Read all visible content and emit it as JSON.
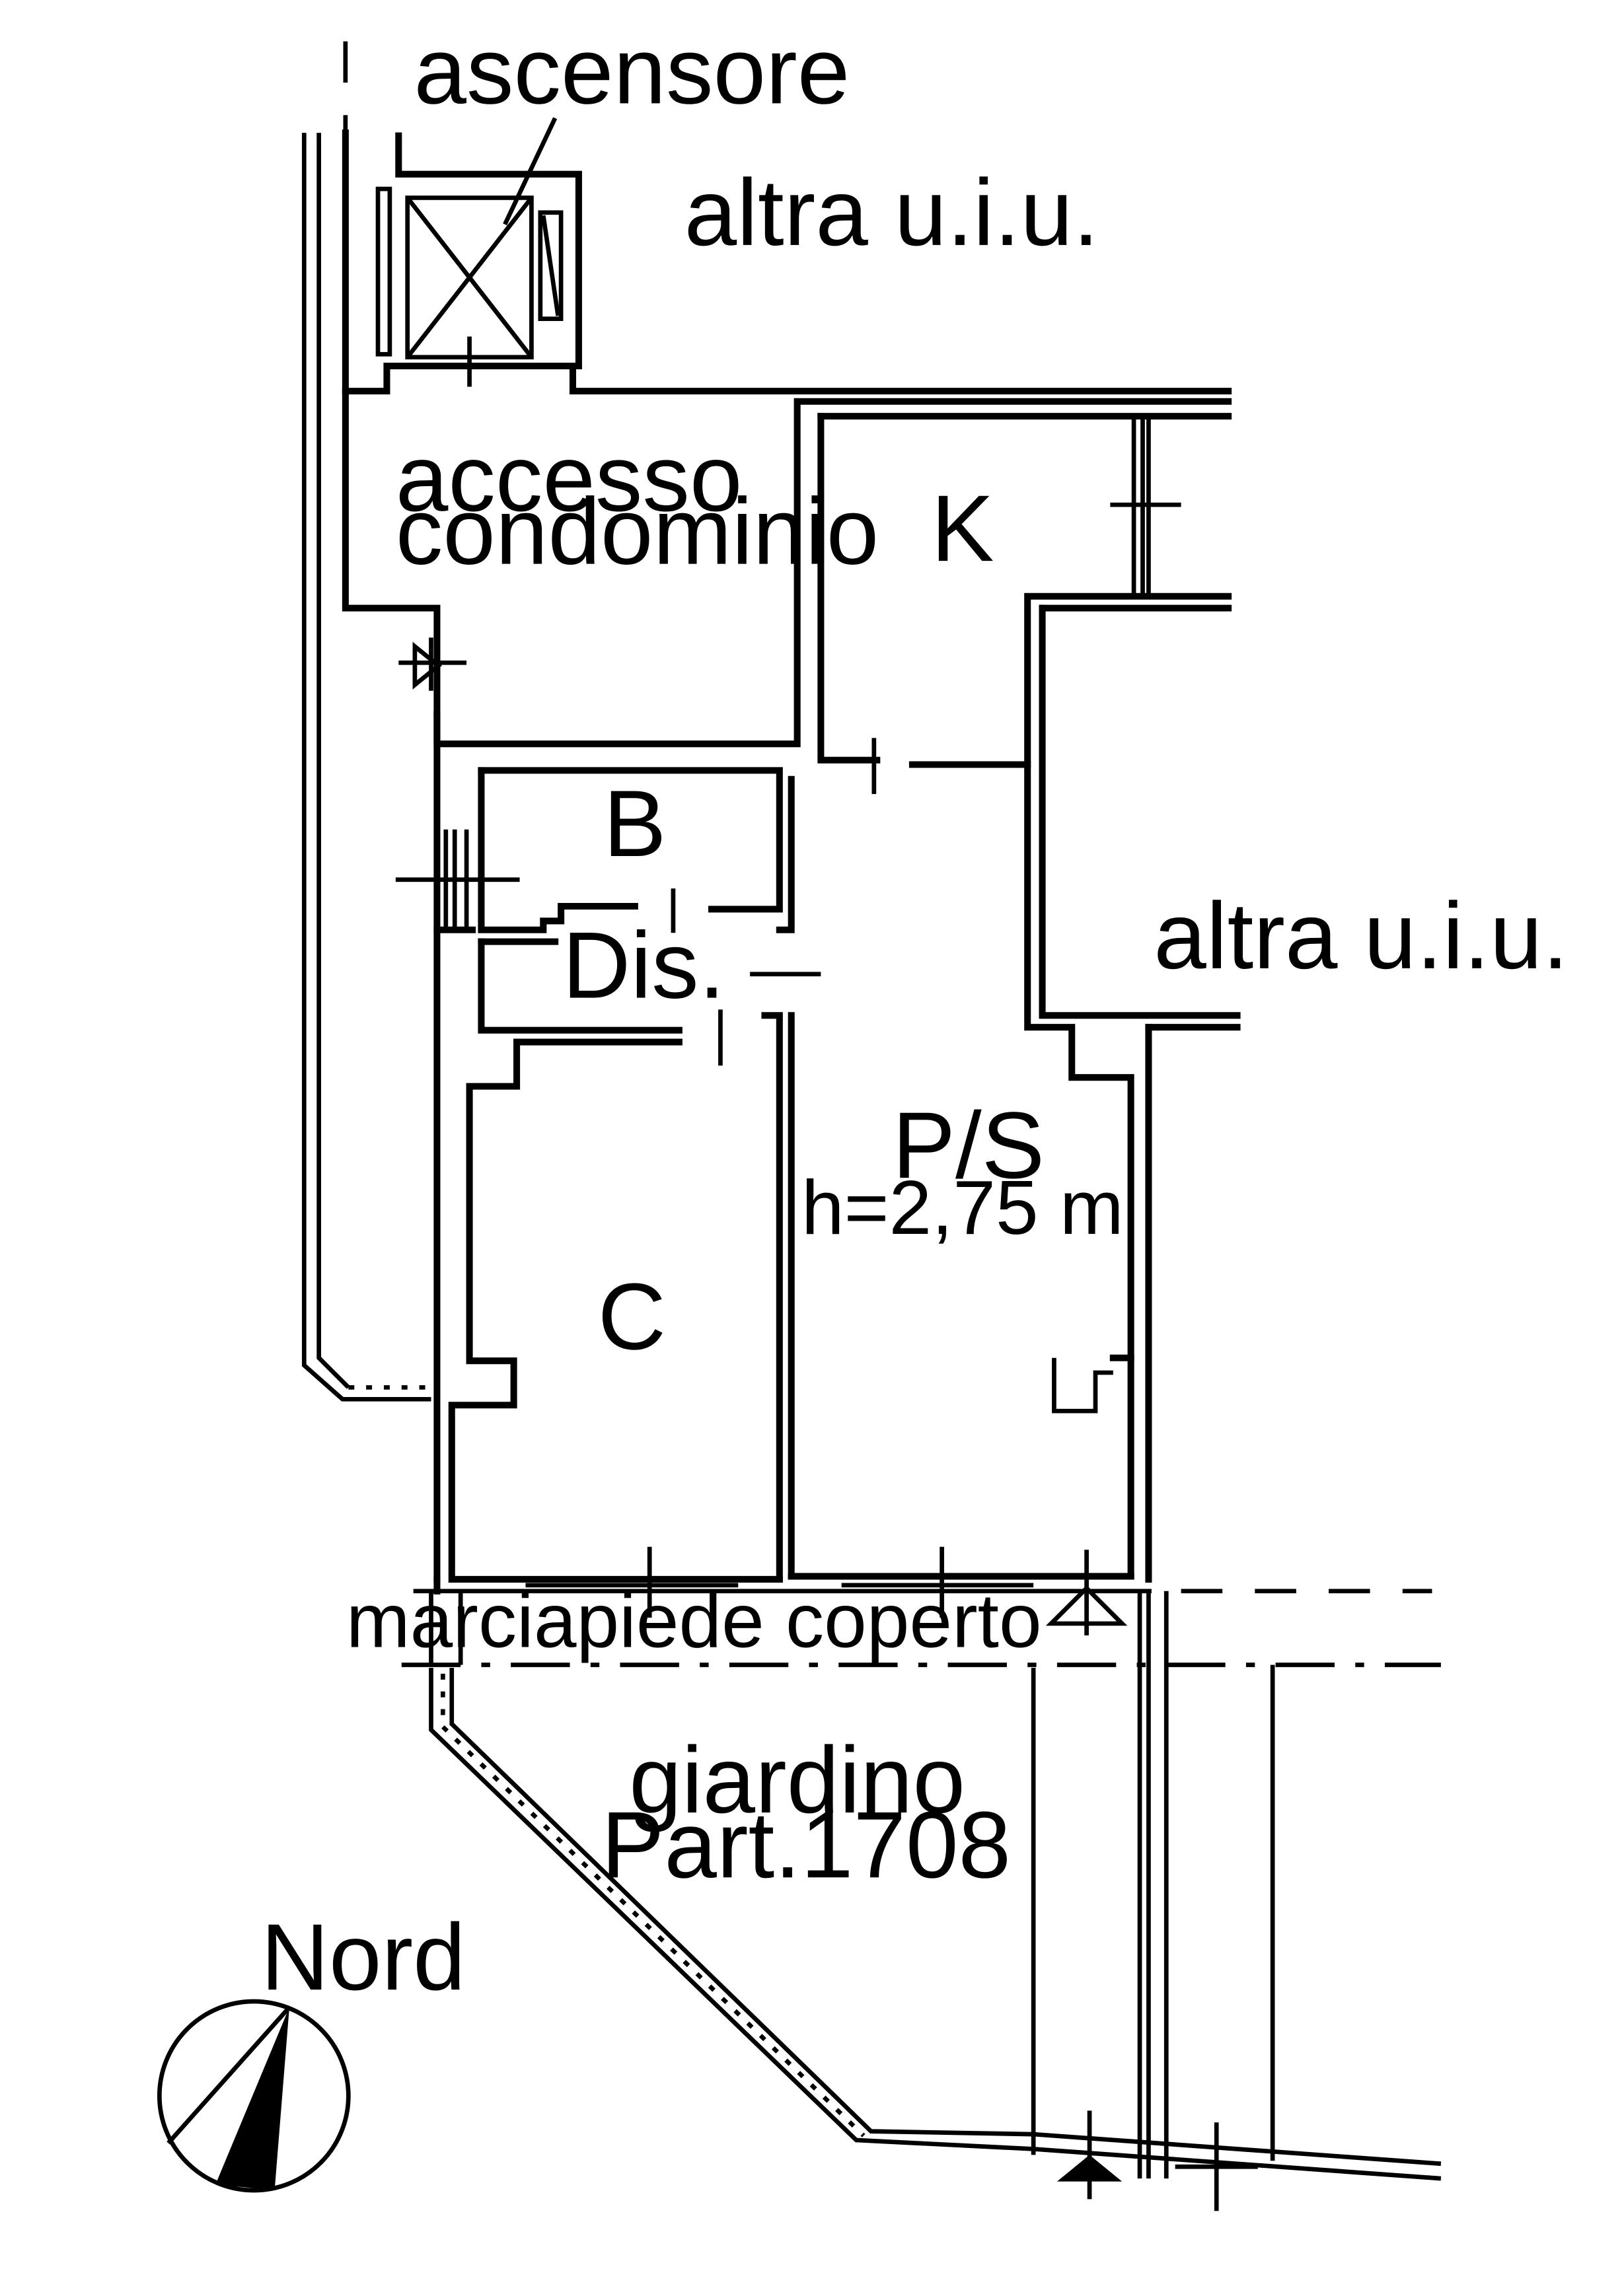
{
  "labels": {
    "elevator": "ascensore",
    "other_unit_top": "altra u.i.u.",
    "other_unit_right": "altra u.i.u.",
    "entrance_line1": "accesso",
    "entrance_line2": "condominio",
    "kitchen": "K",
    "bathroom": "B",
    "hallway": "Dis.",
    "living": "P/S",
    "height": "h=2,75 m",
    "bedroom": "C",
    "sidewalk": "marciapiede coperto",
    "garden_line1": "giardino",
    "garden_line2": "Part.1708",
    "north": "Nord"
  },
  "colors": {
    "line": "#000000",
    "background": "#ffffff"
  }
}
